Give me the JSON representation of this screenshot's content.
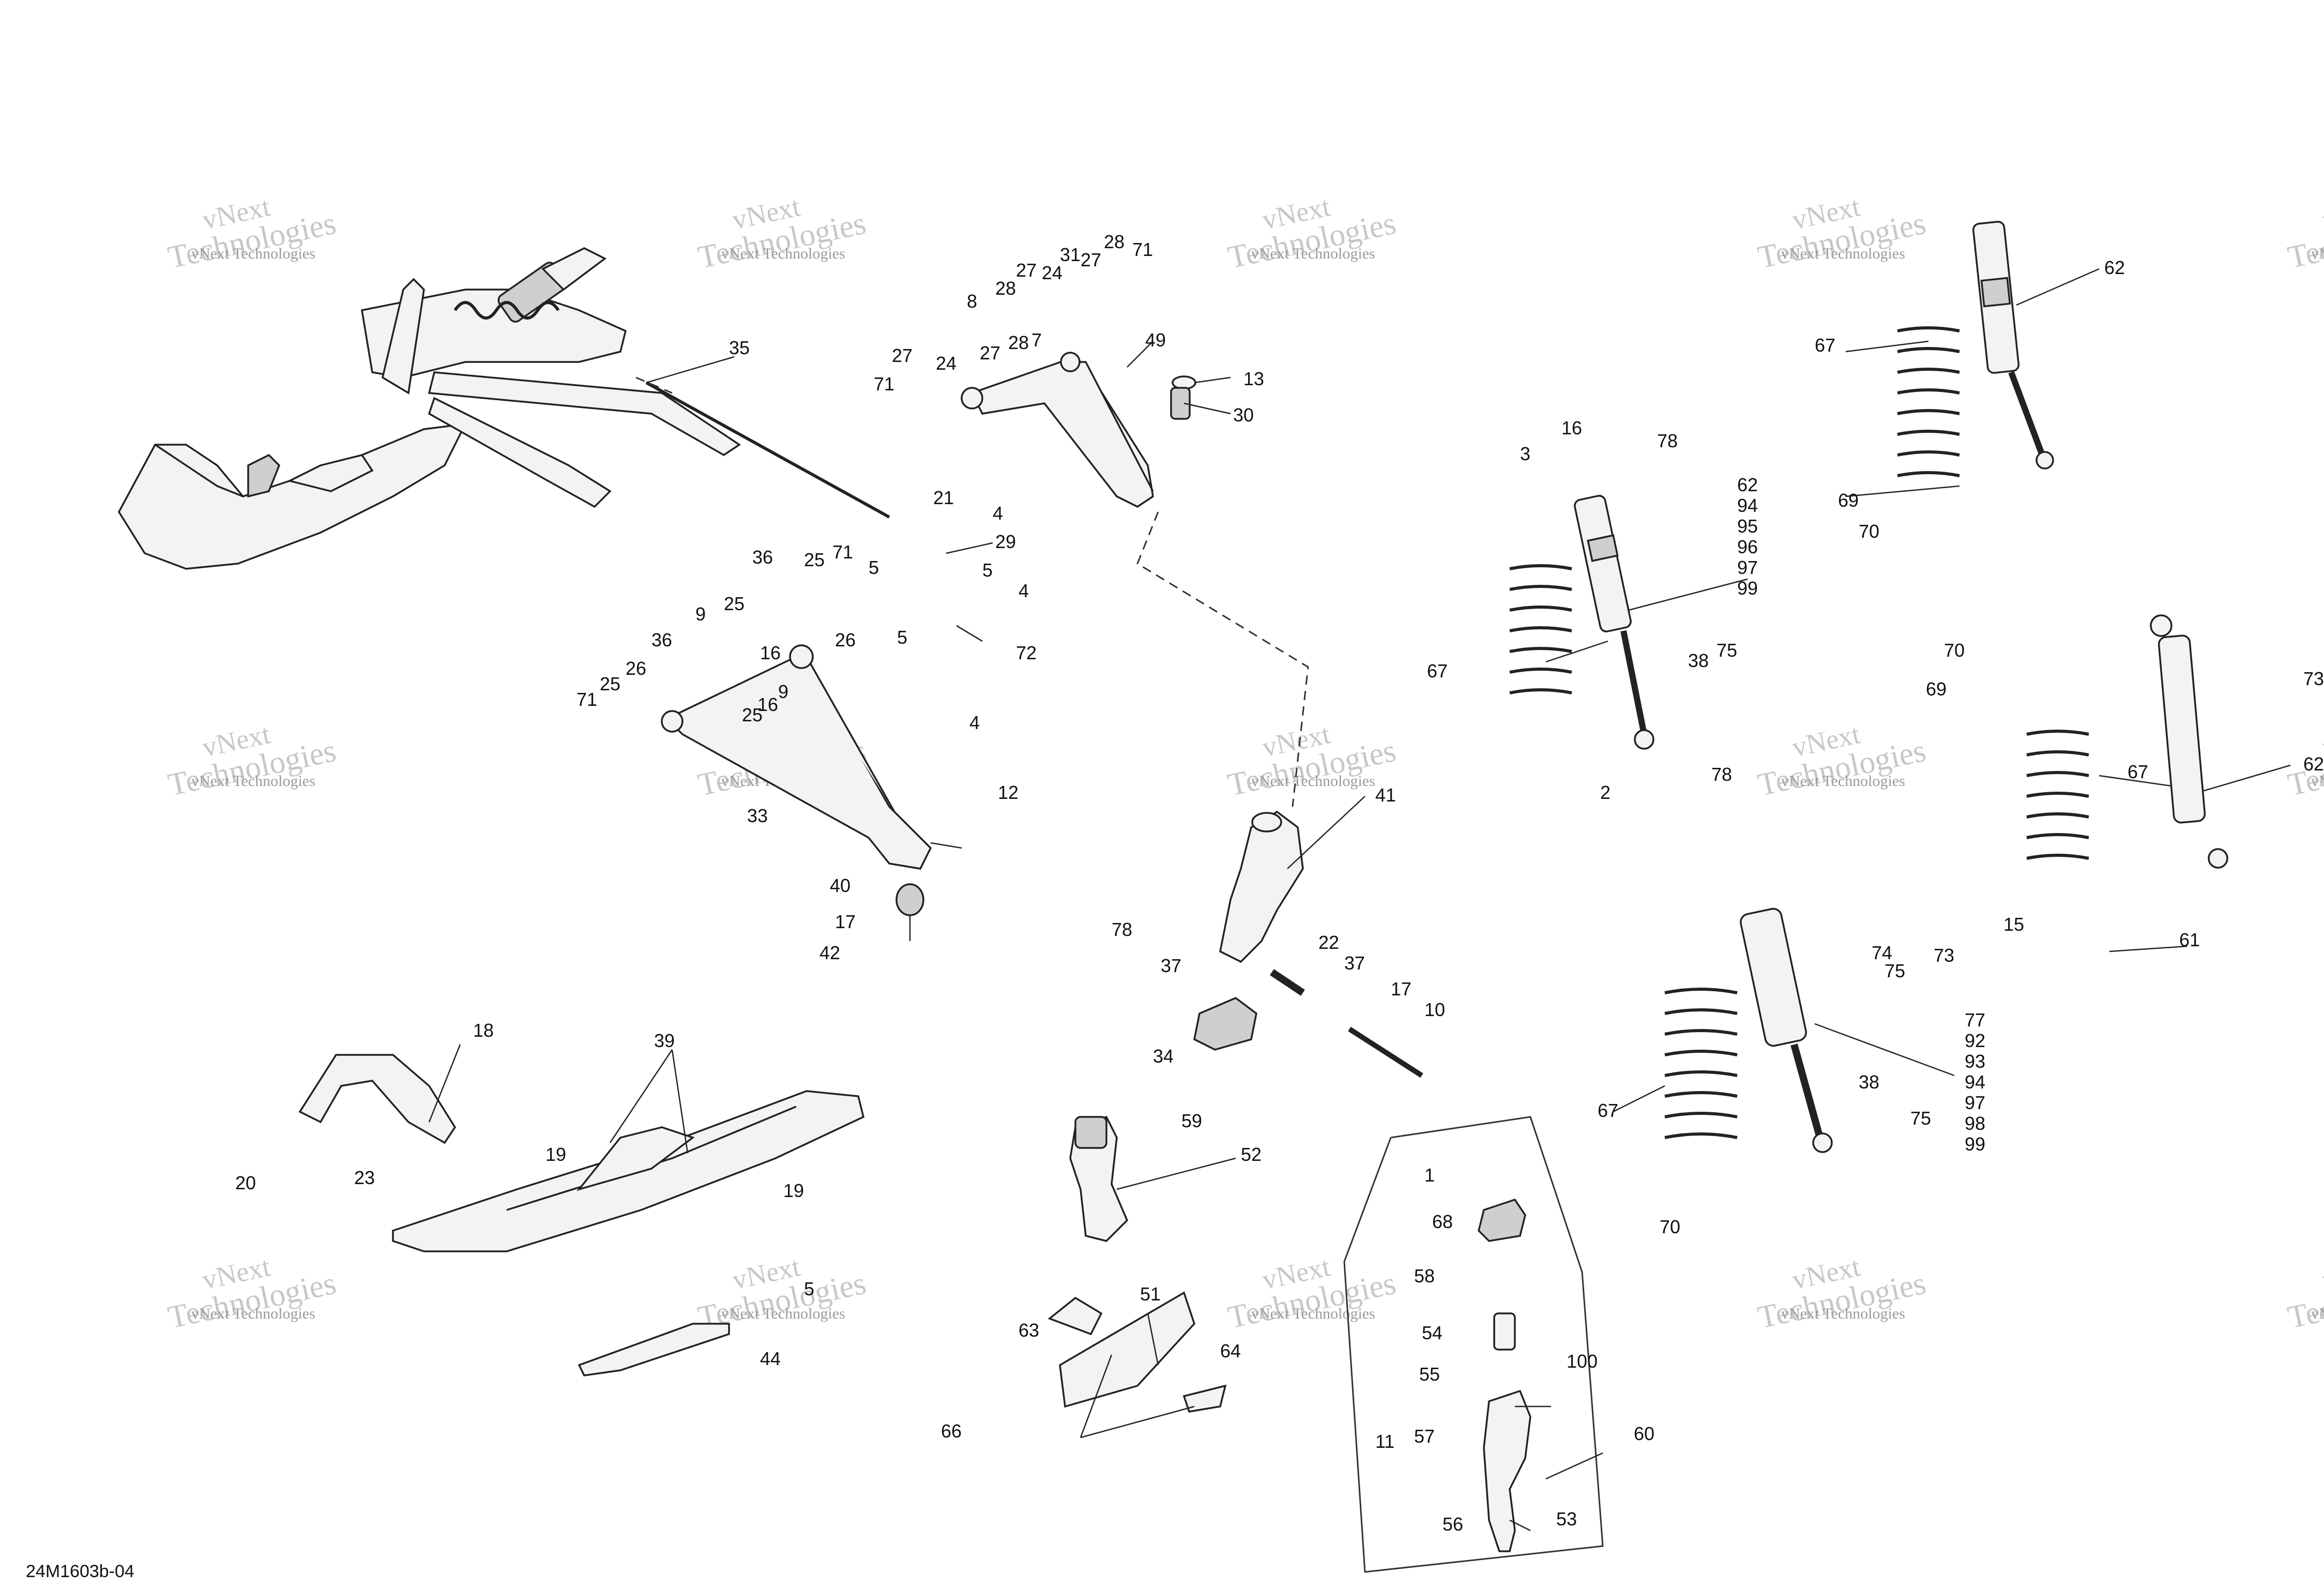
{
  "diagram_code": "24M1603b-04",
  "watermark": {
    "line1": "vNext",
    "line2": "vNext Technologies",
    "line3": "Technologies"
  },
  "callouts": [
    {
      "id": "c35",
      "text": "35"
    },
    {
      "id": "c8",
      "text": "8"
    },
    {
      "id": "c27a",
      "text": "27"
    },
    {
      "id": "c28a",
      "text": "28"
    },
    {
      "id": "c24a",
      "text": "24"
    },
    {
      "id": "c31",
      "text": "31"
    },
    {
      "id": "c27b",
      "text": "27"
    },
    {
      "id": "c28b",
      "text": "28"
    },
    {
      "id": "c71a",
      "text": "71"
    },
    {
      "id": "c27c",
      "text": "27"
    },
    {
      "id": "c28c",
      "text": "28"
    },
    {
      "id": "c7",
      "text": "7"
    },
    {
      "id": "c27d",
      "text": "27"
    },
    {
      "id": "c24b",
      "text": "24"
    },
    {
      "id": "c71b",
      "text": "71"
    },
    {
      "id": "c49",
      "text": "49"
    },
    {
      "id": "c13",
      "text": "13"
    },
    {
      "id": "c30",
      "text": "30"
    },
    {
      "id": "c21",
      "text": "21"
    },
    {
      "id": "c4a",
      "text": "4"
    },
    {
      "id": "c29",
      "text": "29"
    },
    {
      "id": "c5a",
      "text": "5"
    },
    {
      "id": "c5b",
      "text": "5"
    },
    {
      "id": "c4b",
      "text": "4"
    },
    {
      "id": "c5c",
      "text": "5"
    },
    {
      "id": "c72",
      "text": "72"
    },
    {
      "id": "c4c",
      "text": "4"
    },
    {
      "id": "c36a",
      "text": "36"
    },
    {
      "id": "c25a",
      "text": "25"
    },
    {
      "id": "c71c",
      "text": "71"
    },
    {
      "id": "c9",
      "text": "9"
    },
    {
      "id": "c25b",
      "text": "25"
    },
    {
      "id": "c26a",
      "text": "26"
    },
    {
      "id": "c16a",
      "text": "16"
    },
    {
      "id": "c36b",
      "text": "36"
    },
    {
      "id": "c26b",
      "text": "26"
    },
    {
      "id": "c25c",
      "text": "25"
    },
    {
      "id": "c71d",
      "text": "71"
    },
    {
      "id": "c9b",
      "text": "9"
    },
    {
      "id": "c16b",
      "text": "16"
    },
    {
      "id": "c25d",
      "text": "25"
    },
    {
      "id": "c12",
      "text": "12"
    },
    {
      "id": "c33",
      "text": "33"
    },
    {
      "id": "c40",
      "text": "40"
    },
    {
      "id": "c17a",
      "text": "17"
    },
    {
      "id": "c42",
      "text": "42"
    },
    {
      "id": "c41",
      "text": "41"
    },
    {
      "id": "c78a",
      "text": "78"
    },
    {
      "id": "c37a",
      "text": "37"
    },
    {
      "id": "c22",
      "text": "22"
    },
    {
      "id": "c37b",
      "text": "37"
    },
    {
      "id": "c17b",
      "text": "17"
    },
    {
      "id": "c10",
      "text": "10"
    },
    {
      "id": "c34",
      "text": "34"
    },
    {
      "id": "c3",
      "text": "3"
    },
    {
      "id": "c16c",
      "text": "16"
    },
    {
      "id": "c78b",
      "text": "78"
    },
    {
      "id": "c67a",
      "text": "67"
    },
    {
      "id": "c38a",
      "text": "38"
    },
    {
      "id": "c75a",
      "text": "75"
    },
    {
      "id": "c2",
      "text": "2"
    },
    {
      "id": "c78c",
      "text": "78"
    },
    {
      "id": "c62a",
      "text": "62"
    },
    {
      "id": "c67b",
      "text": "67"
    },
    {
      "id": "c69a",
      "text": "69"
    },
    {
      "id": "c70a",
      "text": "70"
    },
    {
      "id": "c70b",
      "text": "70"
    },
    {
      "id": "c69b",
      "text": "69"
    },
    {
      "id": "c73a",
      "text": "73"
    },
    {
      "id": "c67c",
      "text": "67"
    },
    {
      "id": "c62b",
      "text": "62"
    },
    {
      "id": "c15",
      "text": "15"
    },
    {
      "id": "c61",
      "text": "61"
    },
    {
      "id": "c74",
      "text": "74"
    },
    {
      "id": "c75b",
      "text": "75"
    },
    {
      "id": "c73b",
      "text": "73"
    },
    {
      "id": "c67d",
      "text": "67"
    },
    {
      "id": "c38b",
      "text": "38"
    },
    {
      "id": "c75c",
      "text": "75"
    },
    {
      "id": "c70c",
      "text": "70"
    },
    {
      "id": "c18",
      "text": "18"
    },
    {
      "id": "c39",
      "text": "39"
    },
    {
      "id": "c20",
      "text": "20"
    },
    {
      "id": "c23",
      "text": "23"
    },
    {
      "id": "c19a",
      "text": "19"
    },
    {
      "id": "c19b",
      "text": "19"
    },
    {
      "id": "c44",
      "text": "44"
    },
    {
      "id": "c5d",
      "text": "5"
    },
    {
      "id": "c59",
      "text": "59"
    },
    {
      "id": "c52",
      "text": "52"
    },
    {
      "id": "c51",
      "text": "51"
    },
    {
      "id": "c63",
      "text": "63"
    },
    {
      "id": "c64",
      "text": "64"
    },
    {
      "id": "c66",
      "text": "66"
    },
    {
      "id": "c1",
      "text": "1"
    },
    {
      "id": "c68",
      "text": "68"
    },
    {
      "id": "c58",
      "text": "58"
    },
    {
      "id": "c54",
      "text": "54"
    },
    {
      "id": "c55",
      "text": "55"
    },
    {
      "id": "c100",
      "text": "100"
    },
    {
      "id": "c11",
      "text": "11"
    },
    {
      "id": "c57",
      "text": "57"
    },
    {
      "id": "c60",
      "text": "60"
    },
    {
      "id": "c56",
      "text": "56"
    },
    {
      "id": "c53",
      "text": "53"
    }
  ],
  "callout_stacks": [
    {
      "id": "stack1",
      "items": [
        "62",
        "94",
        "95",
        "96",
        "97",
        "99"
      ]
    },
    {
      "id": "stack2",
      "items": [
        "77",
        "92",
        "93",
        "94",
        "97",
        "98",
        "99"
      ]
    }
  ]
}
